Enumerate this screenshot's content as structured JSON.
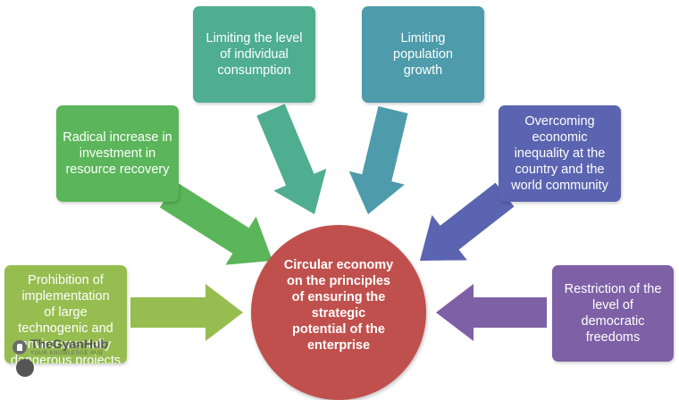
{
  "center": {
    "label": "Circular economy\non the principles\nof ensuring the\nstrategic\npotential of the\nenterprise",
    "color": "#c0504d"
  },
  "boxes": {
    "consumption": {
      "label": "Limiting the level\nof individual\nconsumption",
      "color": "#4eae8f"
    },
    "population": {
      "label": "Limiting\npopulation\ngrowth",
      "color": "#4d9bab"
    },
    "resource": {
      "label": "Radical increase in\ninvestment in\nresource recovery",
      "color": "#5bb55a"
    },
    "inequality": {
      "label": "Overcoming\neconomic\ninequality at the\ncountry and the\nworld community",
      "color": "#5b64b0"
    },
    "technogenic": {
      "label": "Prohibition of\nimplementation\nof large\ntechnogenic and\nenvironmentally\ndangerous projects",
      "color": "#96bd4f"
    },
    "democratic": {
      "label": "Restriction of the\nlevel of\ndemocratic\nfreedoms",
      "color": "#7e60a6"
    }
  },
  "watermark": {
    "title": "TheGyanHub",
    "subtitle": "YOUR KNOWLEDGE HUB"
  }
}
